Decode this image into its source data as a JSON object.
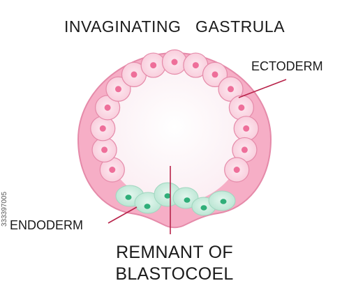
{
  "title": "INVAGINATING   GASTRULA",
  "labels": {
    "ectoderm": "ECTODERM",
    "endoderm": "ENDODERM",
    "remnant_line1": "REMNANT OF",
    "remnant_line2": "BLASTOCOEL"
  },
  "side_text": "333397005",
  "colors": {
    "ectoderm_outer": "#f6aec6",
    "ectoderm_edge": "#e58aa9",
    "ectoderm_cell": "#fbdbe6",
    "ectoderm_nucleus": "#ee6f9a",
    "endoderm_cell": "#c9ecde",
    "endoderm_nucleus": "#2fae79",
    "cavity": "#fdf6f8",
    "leader_line": "#b8234a"
  }
}
